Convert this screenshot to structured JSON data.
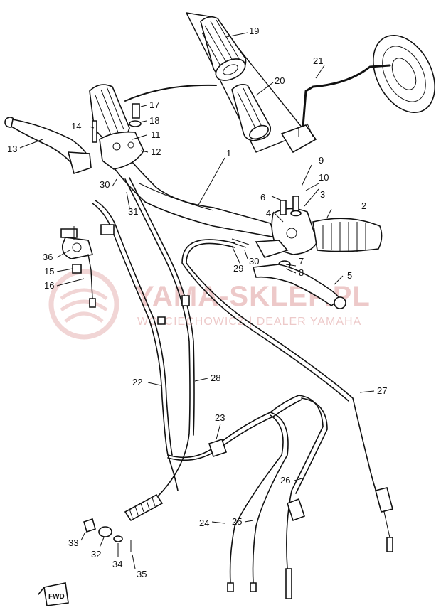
{
  "watermark": {
    "brand": "YAMA-SKLEP.PL",
    "subtitle": "WOJCIECHOWICZ | DEALER YAMAHA",
    "color": "#e6b3b3"
  },
  "direction_marker": "FWD",
  "callouts": [
    {
      "id": "1",
      "label": "1"
    },
    {
      "id": "2",
      "label": "2"
    },
    {
      "id": "3",
      "label": "3"
    },
    {
      "id": "4",
      "label": "4"
    },
    {
      "id": "5",
      "label": "5"
    },
    {
      "id": "6",
      "label": "6"
    },
    {
      "id": "7",
      "label": "7"
    },
    {
      "id": "8",
      "label": "8"
    },
    {
      "id": "9",
      "label": "9"
    },
    {
      "id": "10",
      "label": "10"
    },
    {
      "id": "11",
      "label": "11"
    },
    {
      "id": "12",
      "label": "12"
    },
    {
      "id": "13",
      "label": "13"
    },
    {
      "id": "14",
      "label": "14"
    },
    {
      "id": "15",
      "label": "15"
    },
    {
      "id": "16",
      "label": "16"
    },
    {
      "id": "17",
      "label": "17"
    },
    {
      "id": "18",
      "label": "18"
    },
    {
      "id": "19",
      "label": "19"
    },
    {
      "id": "20",
      "label": "20"
    },
    {
      "id": "21",
      "label": "21"
    },
    {
      "id": "22",
      "label": "22"
    },
    {
      "id": "23",
      "label": "23"
    },
    {
      "id": "24",
      "label": "24"
    },
    {
      "id": "25",
      "label": "25"
    },
    {
      "id": "26",
      "label": "26"
    },
    {
      "id": "27",
      "label": "27"
    },
    {
      "id": "28",
      "label": "28"
    },
    {
      "id": "29",
      "label": "29"
    },
    {
      "id": "30a",
      "label": "30"
    },
    {
      "id": "30b",
      "label": "30"
    },
    {
      "id": "31",
      "label": "31"
    },
    {
      "id": "32",
      "label": "32"
    },
    {
      "id": "33",
      "label": "33"
    },
    {
      "id": "34",
      "label": "34"
    },
    {
      "id": "35",
      "label": "35"
    },
    {
      "id": "36",
      "label": "36"
    }
  ]
}
